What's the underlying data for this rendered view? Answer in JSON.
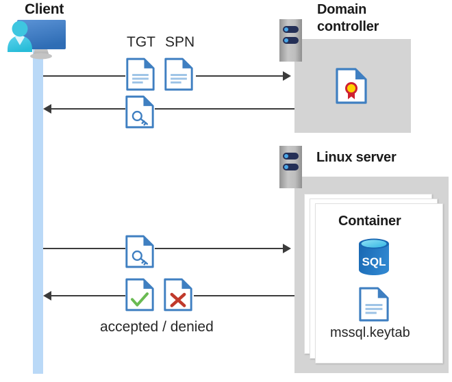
{
  "diagram": {
    "title": "Kerberos authentication flow between client, domain controller and Linux server container",
    "type": "sequence-diagram"
  },
  "actors": {
    "client": {
      "label": "Client",
      "icon": "workstation-user-icon"
    },
    "domain_controller": {
      "label_line1": "Domain",
      "label_line2": "controller",
      "icon": "server-rack-icon",
      "contents": [
        {
          "name": "certificate-document-icon",
          "label": ""
        }
      ]
    },
    "linux_server": {
      "label": "Linux server",
      "icon": "server-rack-icon",
      "container": {
        "label": "Container",
        "items": [
          {
            "name": "sql-database-icon",
            "label": "SQL"
          },
          {
            "name": "keytab-document-icon",
            "label": "mssql.keytab"
          }
        ]
      }
    }
  },
  "messages": [
    {
      "id": "msg-1",
      "direction": "right",
      "from": "client",
      "to": "domain_controller",
      "artifacts": [
        {
          "label": "TGT",
          "icon": "document-lines-icon"
        },
        {
          "label": "SPN",
          "icon": "document-lines-icon"
        }
      ],
      "caption": ""
    },
    {
      "id": "msg-2",
      "direction": "left",
      "from": "domain_controller",
      "to": "client",
      "artifacts": [
        {
          "label": "",
          "icon": "document-key-icon"
        }
      ],
      "caption": ""
    },
    {
      "id": "msg-3",
      "direction": "right",
      "from": "client",
      "to": "linux_server",
      "artifacts": [
        {
          "label": "",
          "icon": "document-key-icon"
        }
      ],
      "caption": ""
    },
    {
      "id": "msg-4",
      "direction": "left",
      "from": "linux_server",
      "to": "client",
      "artifacts": [
        {
          "label": "",
          "icon": "document-check-icon"
        },
        {
          "label": "",
          "icon": "document-cross-icon"
        }
      ],
      "caption": "accepted / denied"
    }
  ],
  "colors": {
    "lifeline": "#bad9f7",
    "panel_gray": "#d4d4d4",
    "doc_blue": "#3f7fc1",
    "doc_fold": "#3f7fc1",
    "doc_line": "#9dc3e6",
    "arrow": "#3b3b3b",
    "accept_green": "#6aba52",
    "deny_red": "#c0392b",
    "cert_red": "#cf2030",
    "cert_gold": "#ffd200",
    "sql_blue": "#1b6bb5",
    "sql_top": "#50c5ea",
    "rack_navy": "#242f56",
    "rack_dot": "#4aa8e8",
    "text_dark": "#1a1a1a"
  }
}
